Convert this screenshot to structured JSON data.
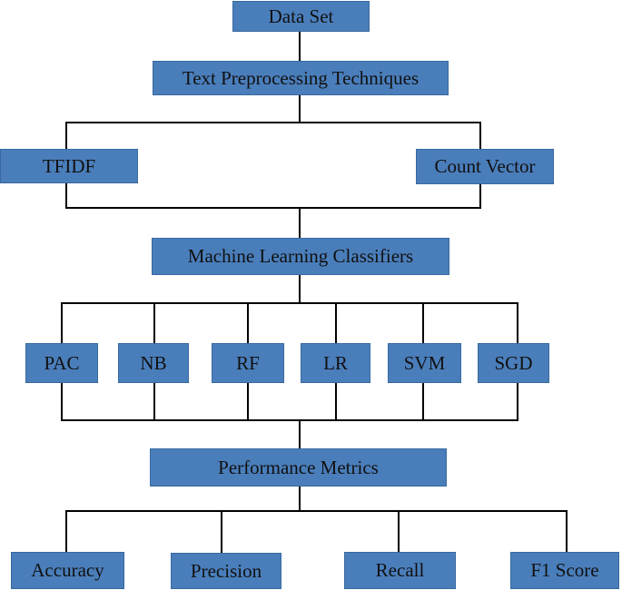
{
  "diagram": {
    "type": "flowchart",
    "description": "Machine learning text classification pipeline",
    "nodes": {
      "dataset": "Data Set",
      "preprocessing": "Text Preprocessing Techniques",
      "tfidf": "TFIDF",
      "count_vector": "Count Vector",
      "classifiers": "Machine Learning Classifiers",
      "pac": "PAC",
      "nb": "NB",
      "rf": "RF",
      "lr": "LR",
      "svm": "SVM",
      "sgd": "SGD",
      "metrics": "Performance Metrics",
      "accuracy": "Accuracy",
      "precision": "Precision",
      "recall": "Recall",
      "f1_score": "F1 Score"
    },
    "edges": [
      "Data Set -> Text Preprocessing Techniques",
      "Text Preprocessing Techniques -> TFIDF",
      "Text Preprocessing Techniques -> Count Vector",
      "TFIDF -> Machine Learning Classifiers",
      "Count Vector -> Machine Learning Classifiers",
      "Machine Learning Classifiers -> PAC",
      "Machine Learning Classifiers -> NB",
      "Machine Learning Classifiers -> RF",
      "Machine Learning Classifiers -> LR",
      "Machine Learning Classifiers -> SVM",
      "Machine Learning Classifiers -> SGD",
      "PAC -> Performance Metrics",
      "NB -> Performance Metrics",
      "RF -> Performance Metrics",
      "LR -> Performance Metrics",
      "SVM -> Performance Metrics",
      "SGD -> Performance Metrics",
      "Performance Metrics -> Accuracy",
      "Performance Metrics -> Precision",
      "Performance Metrics -> Recall",
      "Performance Metrics -> F1 Score"
    ],
    "colors": {
      "box_fill": "#4A7EBB",
      "box_border": "#38699F",
      "connector": "#000000",
      "text": "#111111",
      "background": "#FFFFFF"
    }
  }
}
